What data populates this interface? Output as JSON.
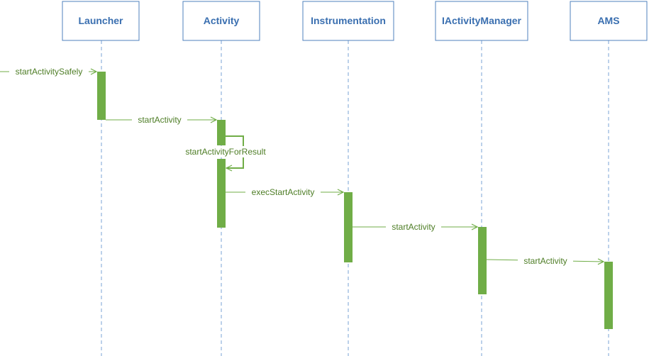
{
  "colors": {
    "box_border": "#4f81bd",
    "box_text": "#3a6fb0",
    "lifeline": "#7aa3d6",
    "activation": "#70ad47",
    "message": "#70ad47",
    "message_text": "#4e7d26"
  },
  "participants": [
    {
      "id": "launcher",
      "label": "Launcher"
    },
    {
      "id": "activity",
      "label": "Activity"
    },
    {
      "id": "instrumentation",
      "label": "Instrumentation"
    },
    {
      "id": "iactivitymanager",
      "label": "IActivityManager"
    },
    {
      "id": "ams",
      "label": "AMS"
    }
  ],
  "messages": [
    {
      "id": "start-activity-safely",
      "from": "",
      "to": "launcher",
      "label": "startActivitySafely"
    },
    {
      "id": "start-activity-1",
      "from": "launcher",
      "to": "activity",
      "label": "startActivity"
    },
    {
      "id": "start-activity-for-result",
      "from": "activity",
      "to": "activity",
      "label": "startActivityForResult"
    },
    {
      "id": "exec-start-activity",
      "from": "activity",
      "to": "instrumentation",
      "label": "execStartActivity"
    },
    {
      "id": "start-activity-2",
      "from": "instrumentation",
      "to": "iactivitymanager",
      "label": "startActivity"
    },
    {
      "id": "start-activity-3",
      "from": "iactivitymanager",
      "to": "ams",
      "label": "startActivity"
    }
  ]
}
